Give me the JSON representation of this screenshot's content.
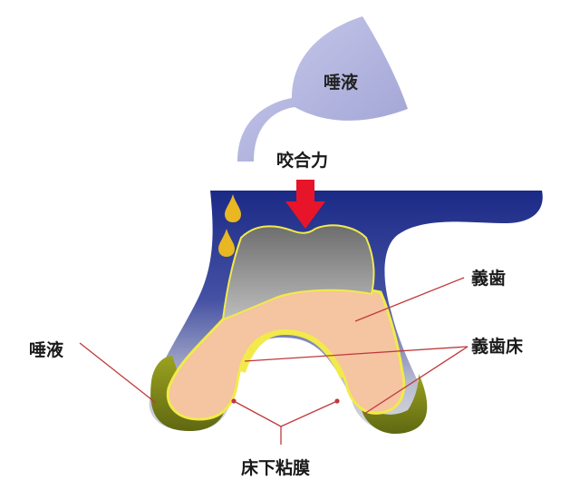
{
  "labels": {
    "saliva_drop": "唾液",
    "bite_force": "咬合力",
    "artificial_tooth": "義歯",
    "saliva": "唾液",
    "denture_base": "義歯床",
    "mucosa": "床下粘膜"
  },
  "colors": {
    "tissue_blue": "#1b2a86",
    "denture_pink": "#f5c4a0",
    "tooth_gray": "#8e8e8e",
    "yellow_outline": "#f2ea4a",
    "mucosa_green": "#7f8a1c",
    "arrow_red": "#e8142a",
    "saliva_drop": "#e8b722",
    "leader_line": "#c0393b",
    "saliva_cup": "#b4b6e0"
  }
}
